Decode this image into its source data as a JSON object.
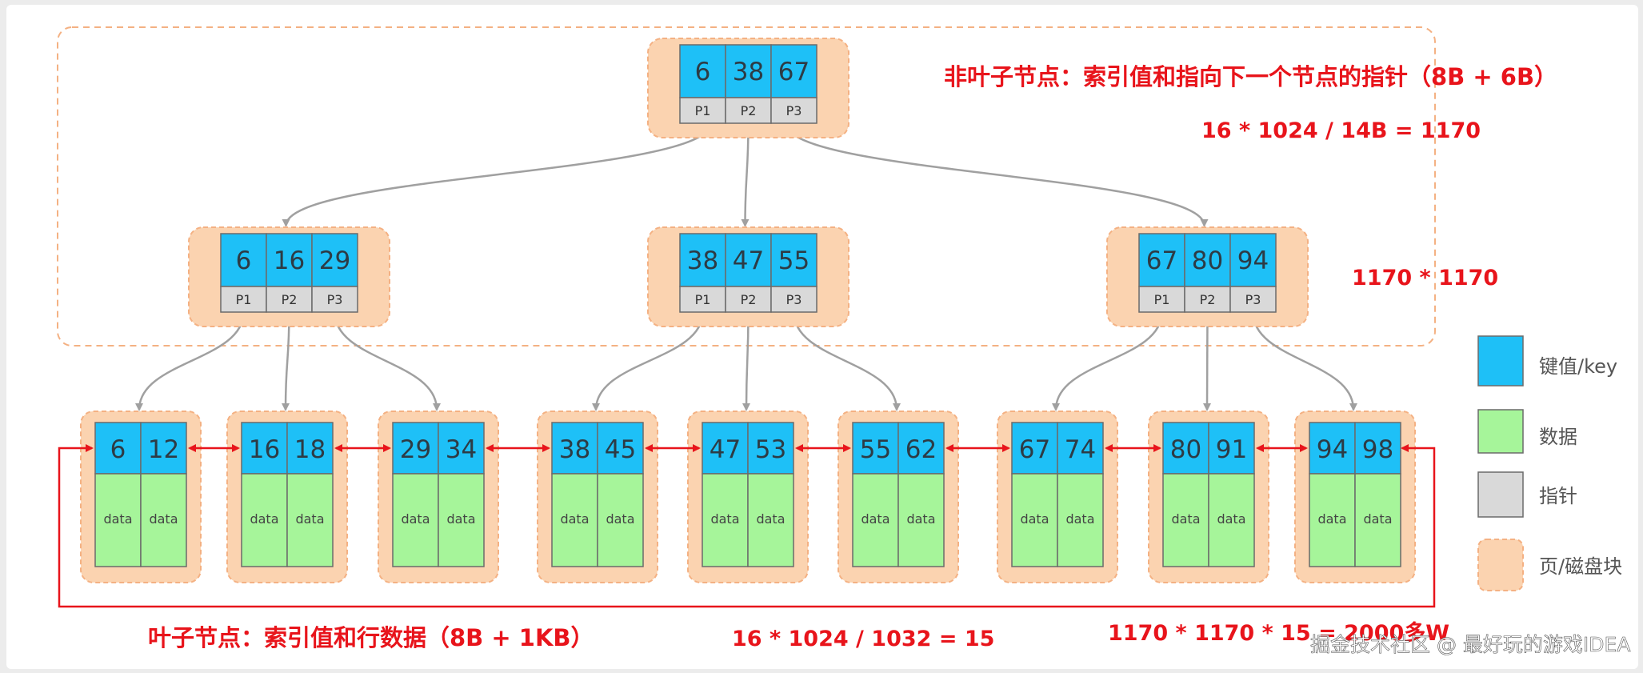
{
  "root": {
    "keys": [
      "6",
      "38",
      "67"
    ],
    "pointers": [
      "P1",
      "P2",
      "P3"
    ]
  },
  "level2": [
    {
      "keys": [
        "6",
        "16",
        "29"
      ],
      "pointers": [
        "P1",
        "P2",
        "P3"
      ]
    },
    {
      "keys": [
        "38",
        "47",
        "55"
      ],
      "pointers": [
        "P1",
        "P2",
        "P3"
      ]
    },
    {
      "keys": [
        "67",
        "80",
        "94"
      ],
      "pointers": [
        "P1",
        "P2",
        "P3"
      ]
    }
  ],
  "leaves": [
    {
      "keys": [
        "6",
        "12"
      ],
      "data": [
        "data",
        "data"
      ]
    },
    {
      "keys": [
        "16",
        "18"
      ],
      "data": [
        "data",
        "data"
      ]
    },
    {
      "keys": [
        "29",
        "34"
      ],
      "data": [
        "data",
        "data"
      ]
    },
    {
      "keys": [
        "38",
        "45"
      ],
      "data": [
        "data",
        "data"
      ]
    },
    {
      "keys": [
        "47",
        "53"
      ],
      "data": [
        "data",
        "data"
      ]
    },
    {
      "keys": [
        "55",
        "62"
      ],
      "data": [
        "data",
        "data"
      ]
    },
    {
      "keys": [
        "67",
        "74"
      ],
      "data": [
        "data",
        "data"
      ]
    },
    {
      "keys": [
        "80",
        "91"
      ],
      "data": [
        "data",
        "data"
      ]
    },
    {
      "keys": [
        "94",
        "98"
      ],
      "data": [
        "data",
        "data"
      ]
    }
  ],
  "legend": [
    {
      "label": "键值/key",
      "color": "#1ec0f7"
    },
    {
      "label": "数据",
      "color": "#a6f59a"
    },
    {
      "label": "指针",
      "color": "#d9d9d9"
    },
    {
      "label": "页/磁盘块",
      "color": "#fbd3b0"
    }
  ],
  "annotations": {
    "non_leaf": "非叶子节点：索引值和指向下一个节点的指针（8B + 6B）",
    "non_leaf_calc": "16 * 1024  / 14B  = 1170",
    "level_calc": "1170  * 1170",
    "leaf": "叶子节点：索引值和行数据（8B + 1KB）",
    "leaf_calc": "16 * 1024 / 1032  = 15",
    "total_calc": "1170 * 1170 * 15  = 2000多W"
  },
  "watermark": "掘金技术社区 @ 最好玩的游戏IDEA",
  "colors": {
    "key": "#1ec0f7",
    "data": "#a6f59a",
    "pointer": "#d9d9d9",
    "page": "#fbd3b0",
    "annotation": "#e8141b",
    "link": "#e8141b",
    "arrow": "#a0a0a0"
  }
}
